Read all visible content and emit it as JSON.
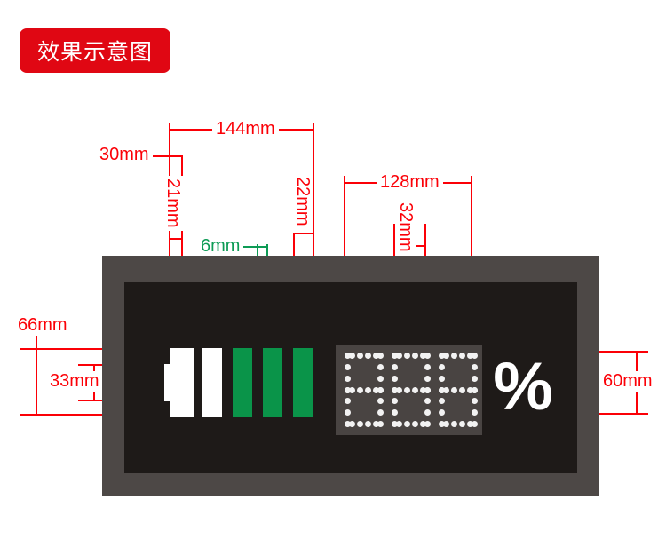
{
  "badge": {
    "text": "效果示意图",
    "bg_color": "#e00713",
    "text_color": "#ffffff"
  },
  "device": {
    "frame_color": "#4d4846",
    "screen_color": "#1e1a18",
    "led_panel_color": "#494442",
    "battery_icon": {
      "name": "battery-icon",
      "body_color": "#ffffff",
      "segments": [
        {
          "label": "segment-1",
          "color": "#ffffff"
        },
        {
          "label": "segment-2",
          "color": "#0a9449"
        },
        {
          "label": "segment-3",
          "color": "#0a9449"
        },
        {
          "label": "segment-4",
          "color": "#0a9449"
        }
      ]
    },
    "readout": {
      "digits": [
        "8",
        "8",
        "8"
      ],
      "unit": "%",
      "digit_color": "#f2f2f2"
    }
  },
  "dimensions": {
    "width_overall": "144mm",
    "left_offset": "30mm",
    "bar_height_left": "21mm",
    "bar_height_right": "22mm",
    "bar_gap": "6mm",
    "led_width": "128mm",
    "digit_width": "32mm",
    "left_total_height": "66mm",
    "battery_height": "33mm",
    "right_height": "60mm"
  },
  "colors": {
    "dimension_red": "#fb0007",
    "dimension_green": "#0d9b55"
  }
}
